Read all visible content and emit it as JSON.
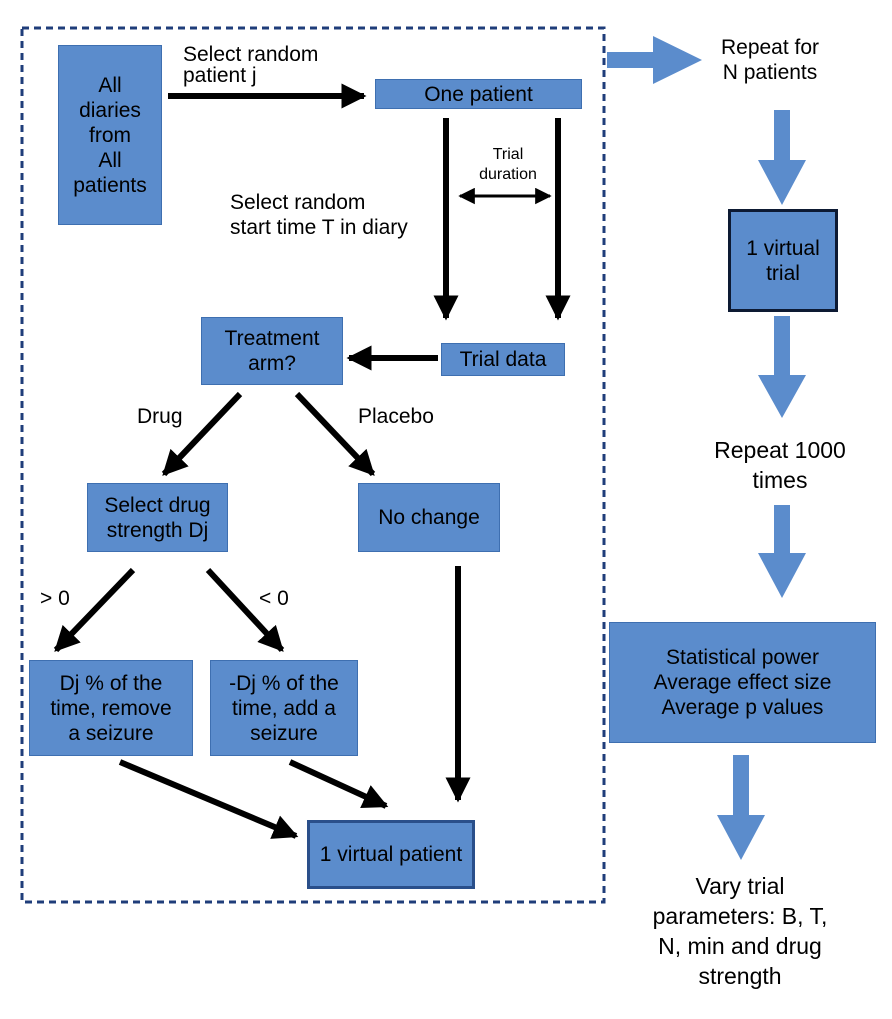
{
  "nodes": {
    "all_diaries": [
      "All",
      "diaries",
      "from",
      "All",
      "patients"
    ],
    "one_patient": "One patient",
    "trial_data": "Trial data",
    "treatment_arm": [
      "Treatment",
      "arm?"
    ],
    "select_drug_strength": [
      "Select drug",
      "strength Dj"
    ],
    "no_change": "No change",
    "remove_seizure": [
      "Dj % of the",
      "time, remove",
      "a seizure"
    ],
    "add_seizure": [
      "-Dj % of the",
      "time, add a",
      "seizure"
    ],
    "virtual_patient": "1 virtual patient",
    "virtual_trial": [
      "1 virtual",
      "trial"
    ],
    "statistics": [
      "Statistical power",
      "Average effect size",
      "Average p values"
    ]
  },
  "labels": {
    "select_patient": [
      "Select random",
      "patient j"
    ],
    "select_start_time": [
      "Select random",
      "start time T in diary"
    ],
    "trial_duration": [
      "Trial",
      "duration"
    ],
    "drug": "Drug",
    "placebo": "Placebo",
    "greater_zero": "> 0",
    "less_zero": "< 0",
    "repeat_n": [
      "Repeat for",
      "N patients"
    ],
    "repeat_1000": [
      "Repeat 1000",
      "times"
    ],
    "vary_params": [
      "Vary trial",
      "parameters: B, T,",
      "N, min and drug",
      "strength"
    ]
  },
  "colors": {
    "box_fill": "#5b8ccc",
    "flow_arrow": "#5b8ccc",
    "dashed_border": "#1f3d7a",
    "black_arrow": "#000000"
  }
}
